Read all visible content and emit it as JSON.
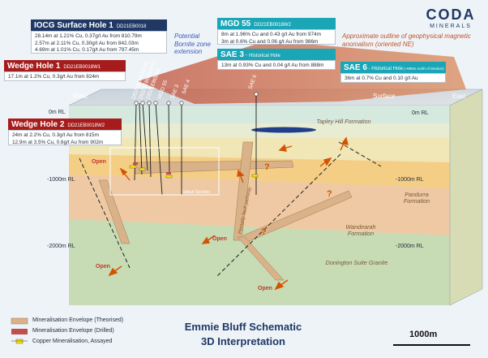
{
  "logo": {
    "name": "CODA",
    "subtitle": "MINERALS"
  },
  "iocg": {
    "title": "IOCG Surface Hole 1",
    "code": "DD21EB0018",
    "lines": [
      "28.14m at 1.21% Cu, 0.37g/t Au from 810.79m",
      "2.57m at 2.11% Cu, 0.30g/t Au from 842.03m",
      "4.69m at 1.01% Cu, 0.17g/t Au from 797.45m"
    ]
  },
  "wedge1": {
    "title": "Wedge Hole 1",
    "code": "DD21EB0018W1",
    "lines": [
      "17.1m at 1.2% Cu, 0.3g/t Au from 824m"
    ]
  },
  "wedge2": {
    "title": "Wedge Hole 2",
    "code": "DD21EB0018W2",
    "lines": [
      "24m at 2.2% Cu, 0.3g/t Au from 815m",
      "12.9m at 3.5% Cu, 0.6g/t Au from 902m"
    ]
  },
  "mgd55": {
    "title": "MGD 55",
    "code": "DD21EB0018W2",
    "lines": [
      "8m at 1.96% Cu and 0.43 g/t Au from 974m",
      "3m at 0.6% Cu and 0.06 g/t Au from 986m"
    ]
  },
  "sae3": {
    "title": "SAE 3",
    "sub": "Historical Hole",
    "lines": [
      "13m at 0.93% Cu and 0.04 g/t Au from 888m"
    ]
  },
  "sae6": {
    "title": "SAE 6",
    "sub": "Historical Hole",
    "sub2": "(~695m north of Section)",
    "lines": [
      "36m at 0.7% Cu and 0.10 g/t Au"
    ]
  },
  "annotations": {
    "bornite": "Potential Bornite zone extension",
    "anomalism": "Approximate outline of geophysical magnetic anomalism (oriented NE)",
    "west": "West",
    "surface": "Surface",
    "east": "East",
    "tapley": "Tapley Hill Formation",
    "pandurra": "Pandurra Formation",
    "wandearah": "Wandearah Formation",
    "donington": "Donington Suite Granite",
    "pernatty": "Pernatty fault pathway",
    "detail": "Detail Section",
    "open": "Open",
    "question": "?"
  },
  "depth_labels": {
    "rl0": "0m RL",
    "rl1000": "-1000m RL",
    "rl2000": "-2000m RL"
  },
  "holes_on_section": [
    "DD21EB0018W1",
    "DD21EB0018W2",
    "DD21EB0018",
    "MGD 55",
    "SAE 3",
    "SAE 4",
    "SAE 6"
  ],
  "legend": [
    {
      "label": "Mineralisation Envelope (Theorised)",
      "color": "#d9b28a"
    },
    {
      "label": "Mineralisation Envelope (Drilled)",
      "color": "#c0504d"
    },
    {
      "label": "Copper Mineralisation, Assayed",
      "color": "#ffe600"
    }
  ],
  "footer": {
    "title": "Emmie Bluff Schematic",
    "subtitle": "3D Interpretation",
    "scale": "1000m"
  }
}
